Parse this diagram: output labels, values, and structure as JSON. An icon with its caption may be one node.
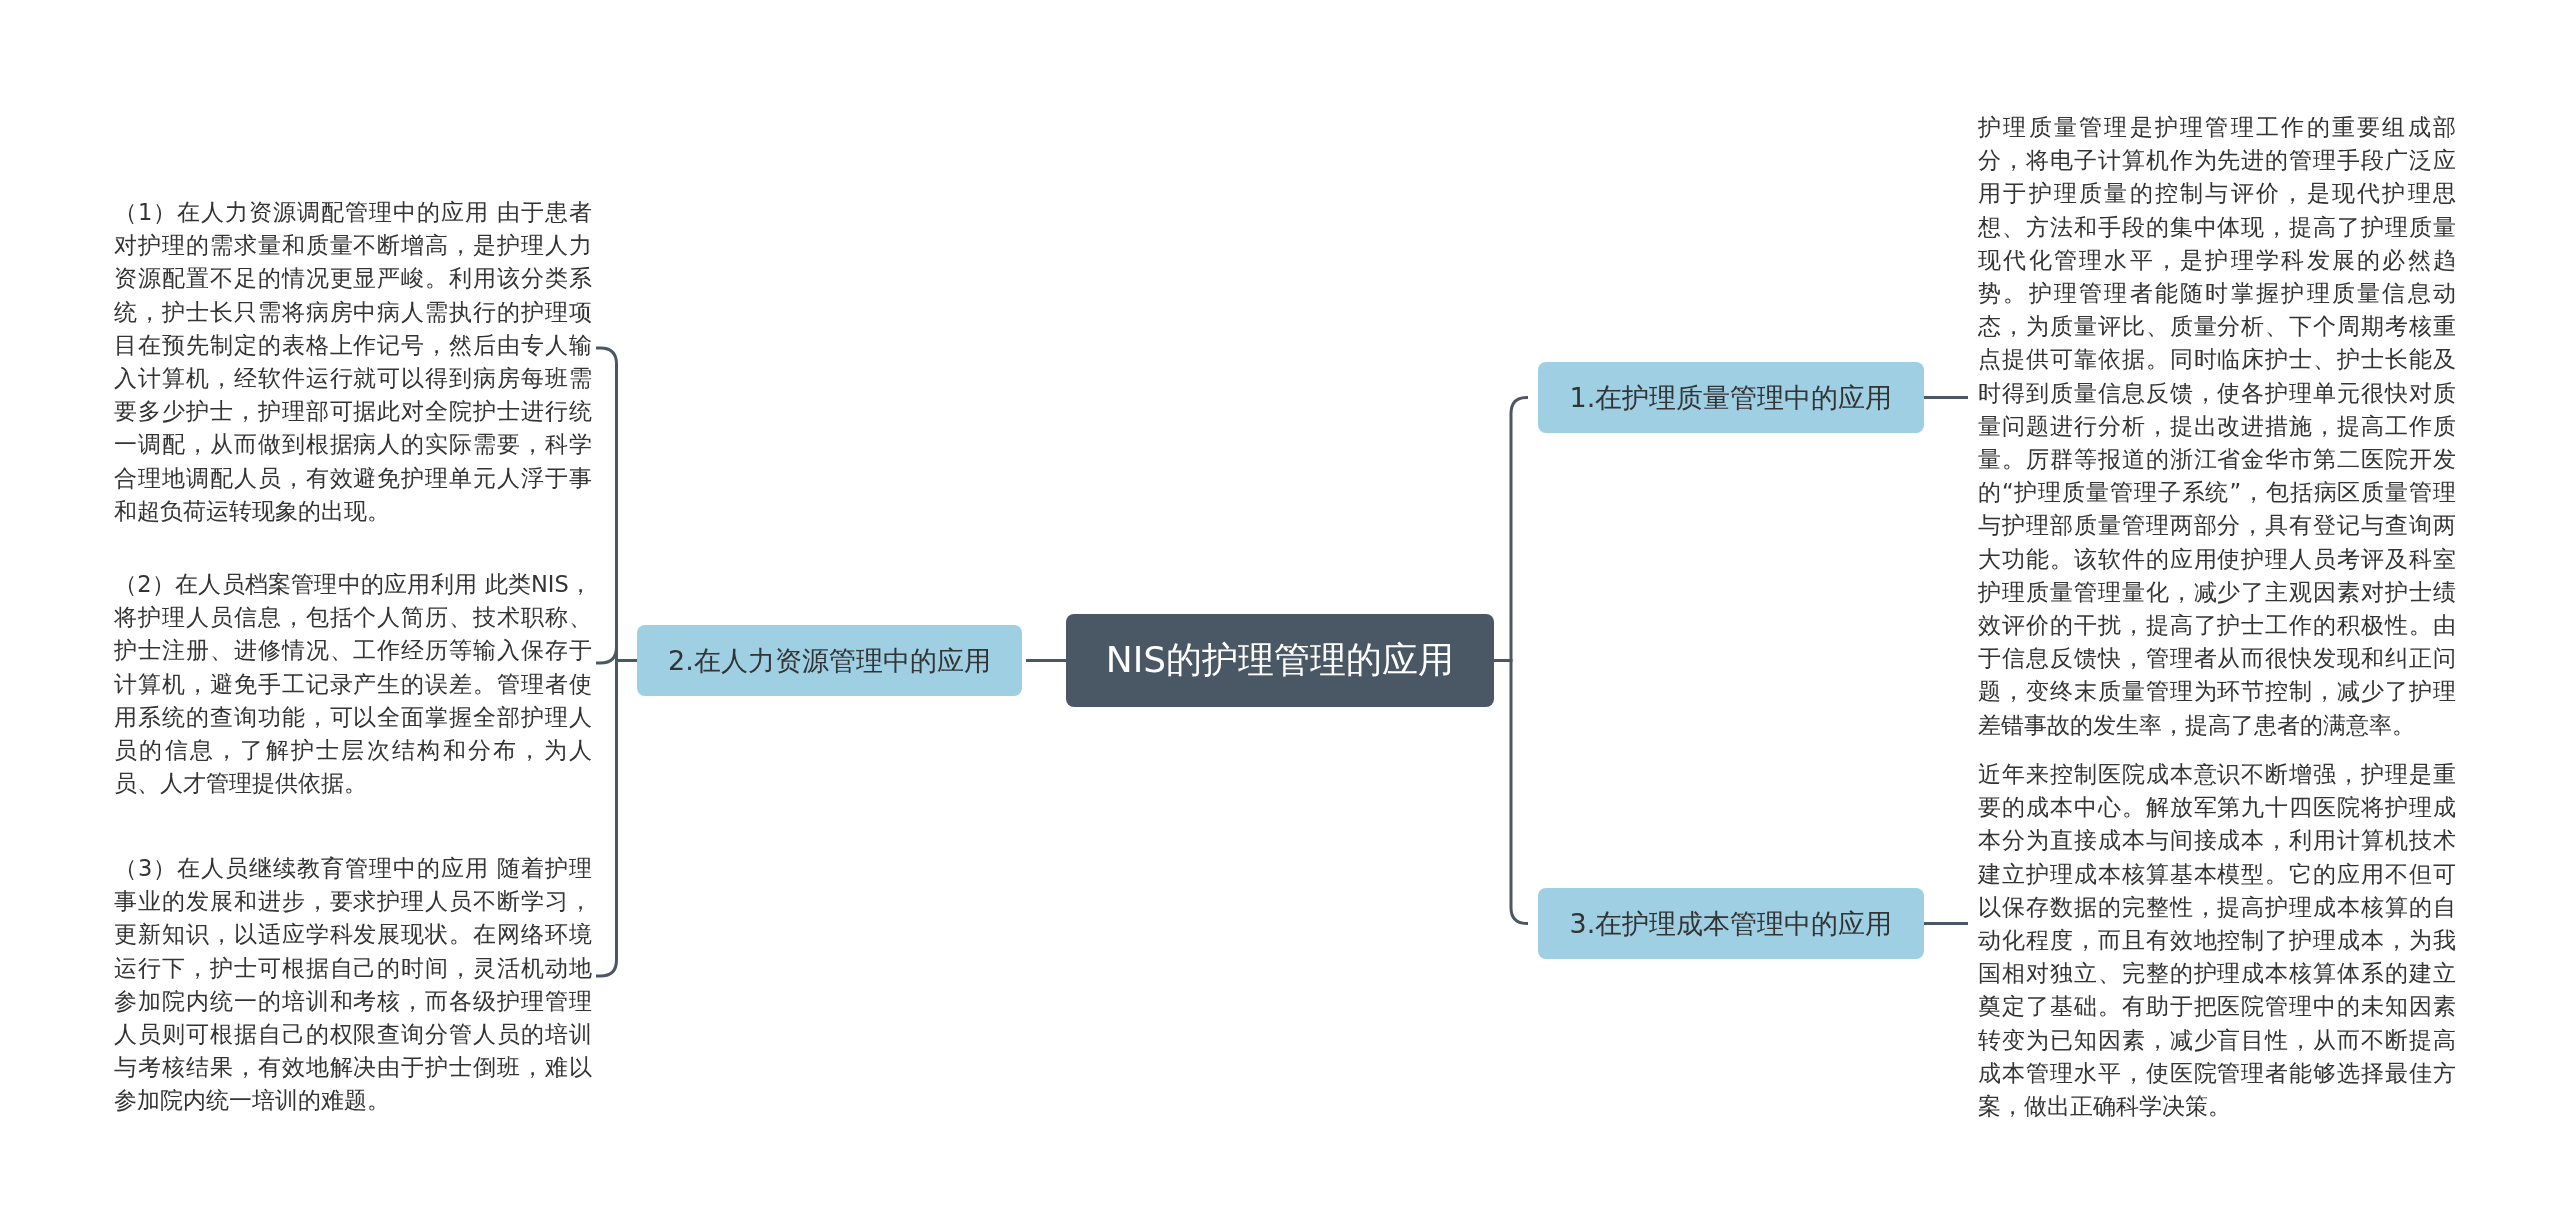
{
  "diagram": {
    "nodes": [
      {
        "text": [
          "NIS的护理管理的应用"
        ]
      },
      {
        "text": [
          "1.在护理质量管理中的应用"
        ]
      },
      {
        "text": [
          "2.在人力资源管理中的应用"
        ]
      },
      {
        "text": [
          "3.在护理成本管理中的应用"
        ]
      },
      {
        "text": [
          "护理质量管理是护理管理工作的重要组成部分，将电子计算机作为先进的管理手段广泛应用于护理质量的控制与评价，是现代护理思想、方法和手段的集中体现，提高了护理质量现代化管理水平，是护理学科发展的必然趋势。护理管理者能随时掌握护理质量信息动态，为质量评比、质量分析、下个周期考核重点提供可靠依据。同时临床护士、护士长能及时得到质量信息反馈，使各护理单元很快对质量问题进行分析，提出改进措施，提高工作质量。厉群等报道的浙江省金华市第二医院开发的“护理质量管理子系统”，包括病区质量管理与护理部质量管理两部分，具有登记与查询两大功能。该软件的应用使护理人员考评及科室护理质量管理量化，减少了主观因素对护士绩效评价的干扰，提高了护士工作的积极性。由于信息反馈快，管理者从而很快发现和纠正问题，变终末质量管理为环节控制，减少了护理差错事故的发生率，提高了患者的满意率。"
        ]
      },
      {
        "text": [
          "（1）在人力资源调配管理中的应用 由于患者对护理的需求量和质量不断增高，是护理人力资源配置不足的情况更显严峻。利用该分类系统，护士长只需将病房中病人需执行的护理项目在预先制定的表格上作记号，然后由专人输入计算机，经软件运行就可以得到病房每班需要多少护士，护理部可据此对全院护士进行统一调配，从而做到根据病人的实际需要，科学合理地调配人员，有效避免护理单元人浮于事和超负荷运转现象的出现。"
        ]
      },
      {
        "text": [
          "（2）在人员档案管理中的应用利用 此类NIS，将护理人员信息，包括个人简历、技术职称、护士注册、进修情况、工作经历等输入保存于计算机，避免手工记录产生的误差。管理者使用系统的查询功能，可以全面掌握全部护理人员的信息，了解护士层次结构和分布，为人员、人才管理提供依据。"
        ]
      },
      {
        "text": [
          "（3）在人员继续教育管理中的应用 随着护理事业的发展和进步，要求护理人员不断学习，更新知识，以适应学科发展现状。在网络环境运行下，护士可根据自己的时间，灵活机动地参加院内统一的培训和考核，而各级护理管理人员则可根据自己的权限查询分管人员的培训与考核结果，有效地解决由于护士倒班，难以参加院内统一培训的难题。"
        ]
      },
      {
        "text": [
          "近年来控制医院成本意识不断增强，护理是重要的成本中心。解放军第九十四医院将护理成本分为直接成本与间接成本，利用计算机技术建立护理成本核算基本模型。它的应用不但可以保存数据的完整性，提高护理成本核算的自动化程度，而且有效地控制了护理成本，为我国相对独立、完整的护理成本核算体系的建立奠定了基础。有助于把医院管理中的未知因素转变为已知因素，减少盲目性，从而不断提高成本管理水平，使医院管理者能够选择最佳方案，做出正确科学决策。"
        ]
      }
    ],
    "edges": [
      {
        "from": 0,
        "to": 1,
        "arrow": "none"
      },
      {
        "from": 0,
        "to": 2,
        "arrow": "none"
      },
      {
        "from": 0,
        "to": 3,
        "arrow": "none"
      },
      {
        "from": 1,
        "to": 4,
        "arrow": "none"
      },
      {
        "from": 2,
        "to": 5,
        "arrow": "none"
      },
      {
        "from": 2,
        "to": 6,
        "arrow": "none"
      },
      {
        "from": 2,
        "to": 7,
        "arrow": "none"
      },
      {
        "from": 3,
        "to": 8,
        "arrow": "none"
      }
    ]
  }
}
